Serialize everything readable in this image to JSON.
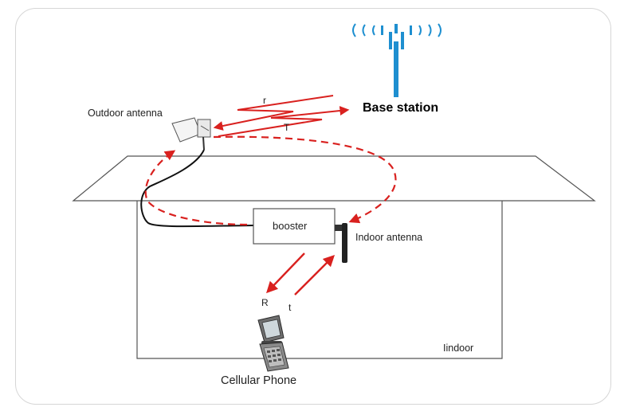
{
  "diagram": {
    "labels": {
      "base_station": "Base station",
      "outdoor_antenna": "Outdoor antenna",
      "booster": "booster",
      "indoor_antenna": "Indoor antenna",
      "indoor": "Iindoor",
      "cellular_phone": "Cellular Phone",
      "signal_r_upper": "r",
      "signal_T_upper": "T",
      "signal_R_lower": "R",
      "signal_t_lower": "t"
    },
    "colors": {
      "signal_arrow": "#d9211f",
      "tower": "#1e8fd0",
      "cable": "#111111",
      "house_outline": "#555555",
      "frame_border": "#d6d6d6"
    },
    "icons": [
      "cell-tower-icon",
      "outdoor-antenna-icon",
      "indoor-antenna-icon",
      "cellular-phone-icon"
    ]
  }
}
